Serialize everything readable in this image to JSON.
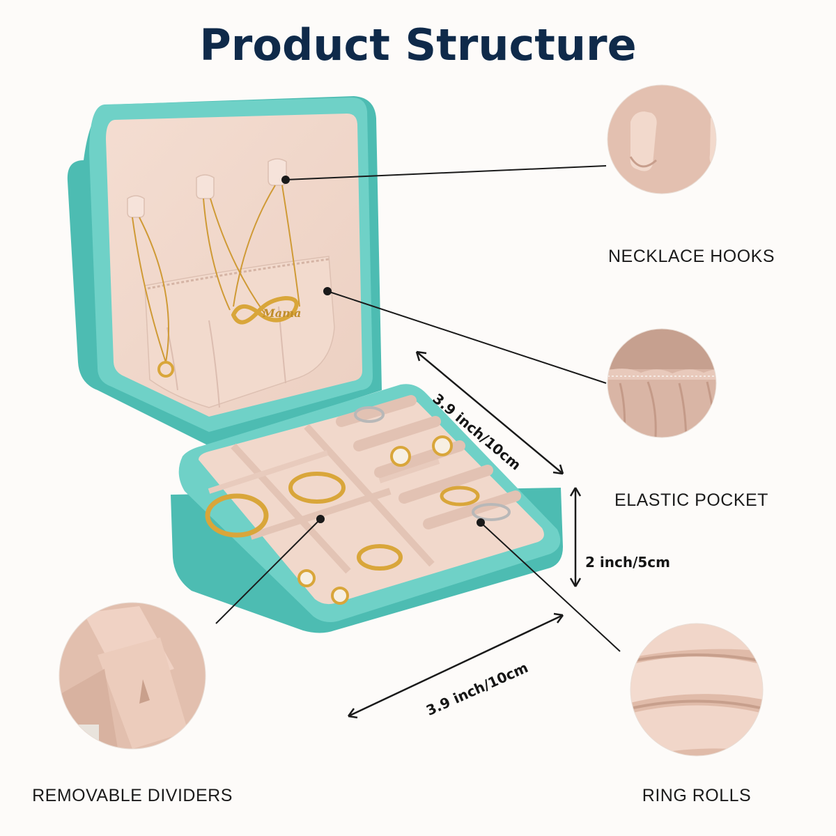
{
  "title": "Product Structure",
  "labels": {
    "necklace_hooks": "NECKLACE HOOKS",
    "elastic_pocket": "ELASTIC POCKET",
    "removable_dividers": "REMOVABLE DIVIDERS",
    "ring_rolls": "RING ROLLS"
  },
  "dimensions": {
    "top_width": "3.9 inch/10cm",
    "height": "2 inch/5cm",
    "bottom_width": "3.9 inch/10cm"
  },
  "pendant_text": "Mama",
  "colors": {
    "title": "#0f2a4a",
    "case_teal": "#5fc9bf",
    "lining_pink": "#efd5c8",
    "jewelry_gold": "#d9a63a"
  }
}
